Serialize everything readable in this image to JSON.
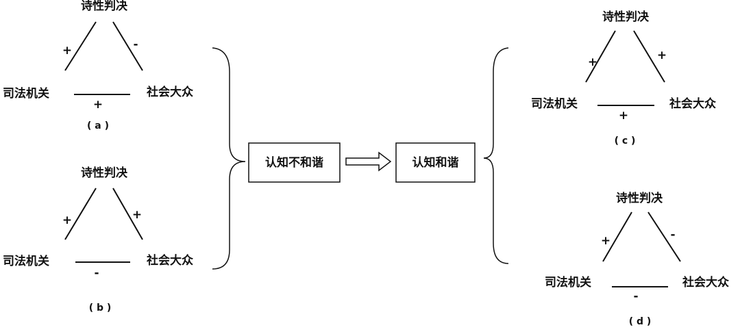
{
  "triangles": {
    "a": {
      "top": "诗性判决",
      "left": "司法机关",
      "right": "社会大众",
      "sign_left": "+",
      "sign_right": "-",
      "sign_bottom": "+",
      "caption": "( a )"
    },
    "b": {
      "top": "诗性判决",
      "left": "司法机关",
      "right": "社会大众",
      "sign_left": "+",
      "sign_right": "+",
      "sign_bottom": "-",
      "caption": "( b )"
    },
    "c": {
      "top": "诗性判决",
      "left": "司法机关",
      "right": "社会大众",
      "sign_left": "+",
      "sign_right": "+",
      "sign_bottom": "+",
      "caption": "( c )"
    },
    "d": {
      "top": "诗性判决",
      "left": "司法机关",
      "right": "社会大众",
      "sign_left": "+",
      "sign_right": "-",
      "sign_bottom": "-",
      "caption": "( d )"
    }
  },
  "boxes": {
    "dissonance": "认知不和谐",
    "harmony": "认知和谐"
  }
}
